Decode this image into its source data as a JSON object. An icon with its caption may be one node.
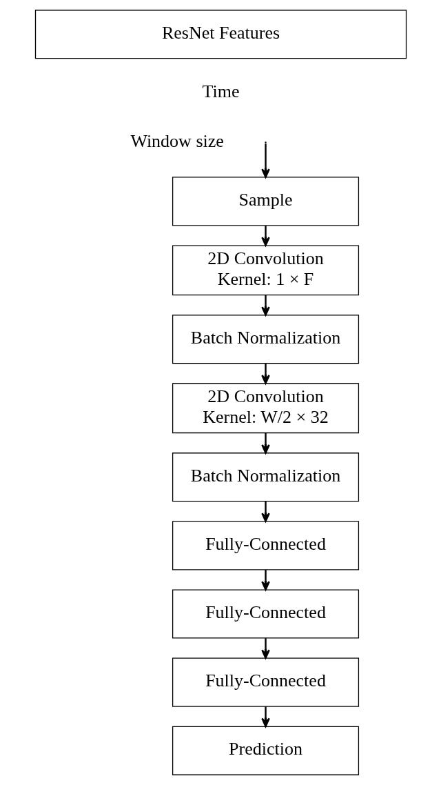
{
  "diagram": {
    "nodes": [
      {
        "text": [
          "ResNet Features"
        ]
      },
      {
        "text": [
          "Sample"
        ]
      },
      {
        "text": [
          "2D Convolution",
          "Kernel: 1 × F"
        ]
      },
      {
        "text": [
          "Batch Normalization"
        ]
      },
      {
        "text": [
          "2D Convolution",
          "Kernel: W/2 × 32"
        ]
      },
      {
        "text": [
          "Batch Normalization"
        ]
      },
      {
        "text": [
          "Fully-Connected"
        ]
      },
      {
        "text": [
          "Fully-Connected"
        ]
      },
      {
        "text": [
          "Fully-Connected"
        ]
      },
      {
        "text": [
          "Prediction"
        ]
      }
    ],
    "edges": [
      {
        "from": null,
        "to": 1,
        "arrow": "to"
      },
      {
        "from": 1,
        "to": 2,
        "arrow": "to"
      },
      {
        "from": 2,
        "to": 3,
        "arrow": "to"
      },
      {
        "from": 3,
        "to": 4,
        "arrow": "to"
      },
      {
        "from": 4,
        "to": 5,
        "arrow": "to"
      },
      {
        "from": 5,
        "to": 6,
        "arrow": "to"
      },
      {
        "from": 6,
        "to": 7,
        "arrow": "to"
      },
      {
        "from": 7,
        "to": 8,
        "arrow": "to"
      },
      {
        "from": 8,
        "to": 9,
        "arrow": "to"
      }
    ],
    "labels": [
      "Time",
      "Window size"
    ]
  }
}
